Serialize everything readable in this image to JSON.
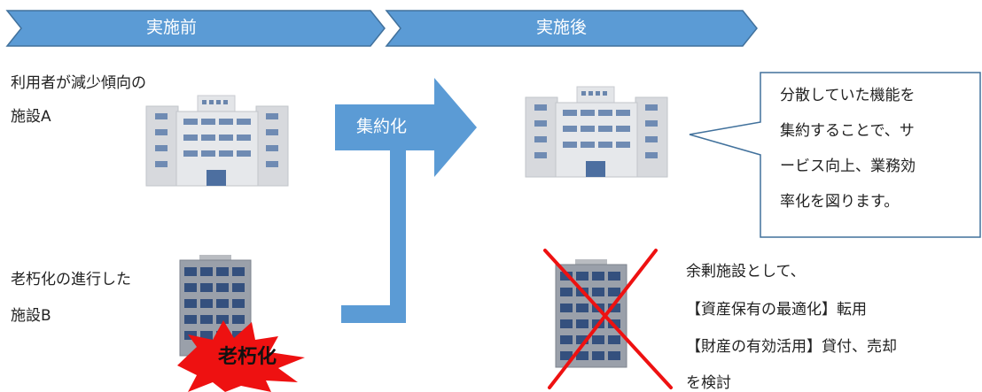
{
  "banners": {
    "before": "実施前",
    "after": "実施後"
  },
  "facility_a": {
    "line1": "利用者が減少傾向の",
    "line2": "施設A"
  },
  "facility_b": {
    "line1": "老朽化の進行した",
    "line2": "施設B",
    "burst": "老朽化"
  },
  "flow": {
    "label": "集約化"
  },
  "callout": {
    "lines": [
      "分散していた機能を",
      "集約することで、サ",
      "ービス向上、業務効",
      "率化を図ります。"
    ]
  },
  "surplus": {
    "lines": [
      "余剰施設として、",
      "【資産保有の最適化】転用",
      "【財産の有効活用】貸付、売却",
      "を検討"
    ]
  },
  "colors": {
    "banner": "#5b9bd5",
    "banner_border": "#41719c",
    "flow": "#5b9bd5",
    "cross": "#ee1111",
    "burst": "#ee1111",
    "callout_border": "#41719c",
    "building_light": "#d7d9dd",
    "building_dark": "#8a9bb5"
  },
  "icons": [
    "office-building-icon",
    "old-building-icon",
    "red-cross-icon",
    "starburst-icon",
    "arrow-right-icon"
  ]
}
